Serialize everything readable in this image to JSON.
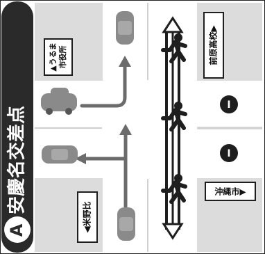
{
  "intersection": {
    "badge_letter": "A",
    "name": "安慶名交差点"
  },
  "signs": {
    "uruma_shiyakusho": [
      "▲うるま",
      "市役所"
    ],
    "maehara_koukou": "前原高校▶",
    "okinawa_shi": "沖縄市▶",
    "ahsahina": "◀米野比"
  },
  "signals": [
    "I",
    "I"
  ],
  "colors": {
    "road": "#ffffff",
    "block": "#dcdcdc",
    "dark": "#1e1e1e",
    "arrow": "#6b6b6b",
    "car": "#8a8a8a"
  }
}
